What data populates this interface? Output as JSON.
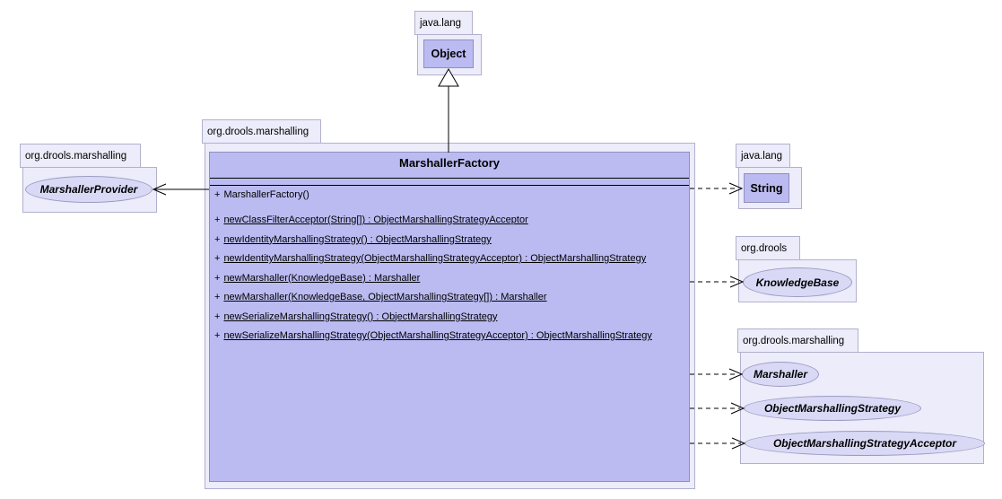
{
  "colors": {
    "package_fill": "#ececfa",
    "package_border": "#b1b1cf",
    "class_fill": "#bbbbf2",
    "class_border": "#8f8fbe",
    "interface_fill": "#d9d9f6",
    "interface_border": "#9b9bc4",
    "edge_color": "#000000"
  },
  "nodes": {
    "object_package": "java.lang",
    "object_class": "Object",
    "main_package": "org.drools.marshalling",
    "provider_package": "org.drools.marshalling",
    "provider_interface": "MarshallerProvider",
    "string_package": "java.lang",
    "string_class": "String",
    "drools_package": "org.drools",
    "knowledgebase_interface": "KnowledgeBase",
    "marshalling_package": "org.drools.marshalling",
    "marshaller_interface": "Marshaller",
    "strategy_interface": "ObjectMarshallingStrategy",
    "acceptor_interface": "ObjectMarshallingStrategyAcceptor"
  },
  "main_class": {
    "name": "MarshallerFactory",
    "visibility": "+",
    "constructor": "MarshallerFactory()",
    "methods": [
      "newClassFilterAcceptor(String[]) : ObjectMarshallingStrategyAcceptor",
      "newIdentityMarshallingStrategy() : ObjectMarshallingStrategy",
      "newIdentityMarshallingStrategy(ObjectMarshallingStrategyAcceptor) : ObjectMarshallingStrategy",
      "newMarshaller(KnowledgeBase) : Marshaller",
      "newMarshaller(KnowledgeBase, ObjectMarshallingStrategy[]) : Marshaller",
      "newSerializeMarshallingStrategy() : ObjectMarshallingStrategy",
      "newSerializeMarshallingStrategy(ObjectMarshallingStrategyAcceptor) : ObjectMarshallingStrategy"
    ]
  }
}
